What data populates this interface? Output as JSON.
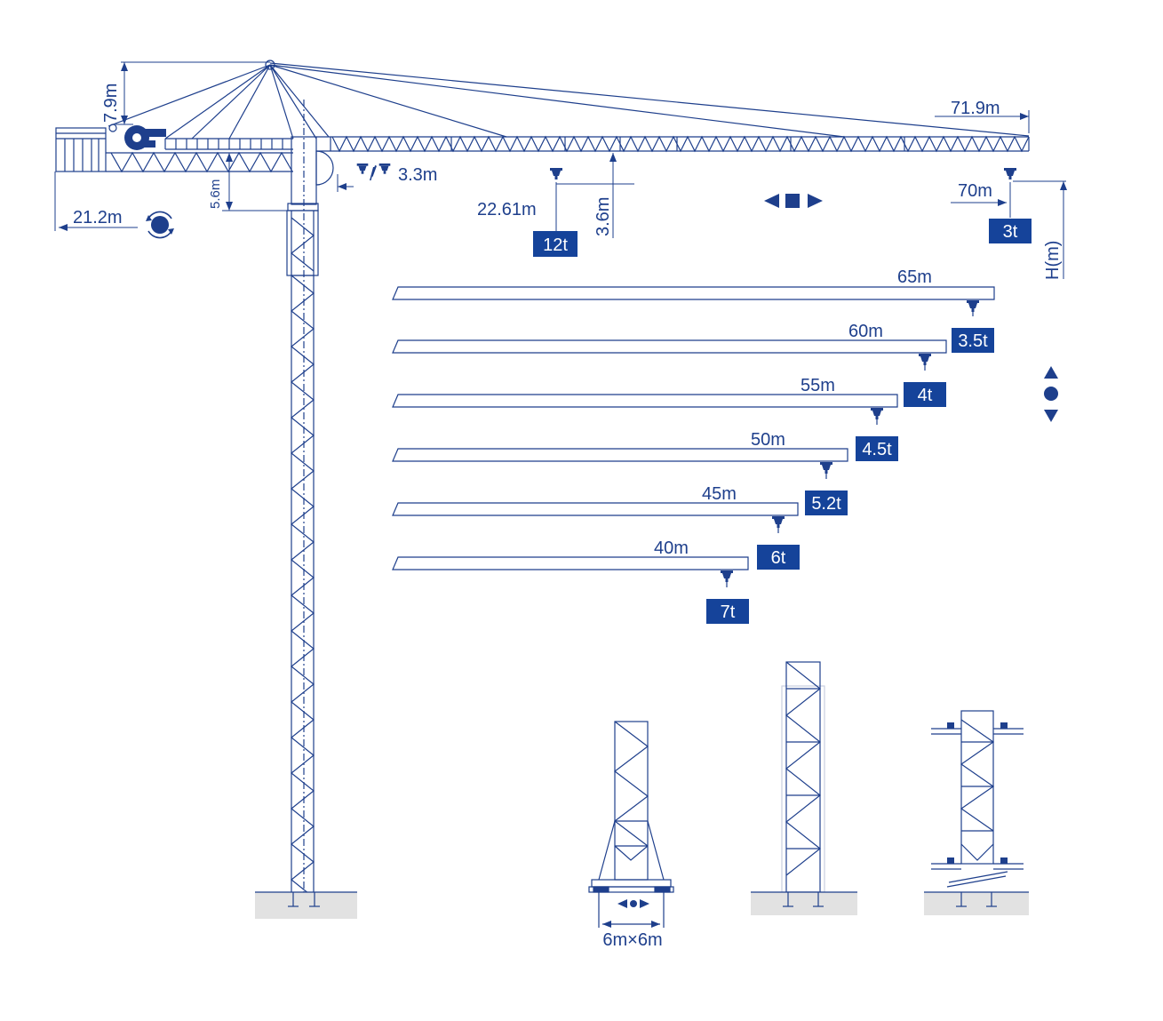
{
  "colors": {
    "stroke": "#1e3f8c",
    "badge": "#15439a",
    "ground": "#e2e2e2",
    "background": "#ffffff"
  },
  "labels": {
    "top_height": "7.9m",
    "jib_length": "71.9m",
    "counter_jib": "21.2m",
    "cab_height": "5.6m",
    "hook_offset": "3.3m",
    "max_load_radius": "22.61m",
    "max_load": "12t",
    "hook_drop": "3.6m",
    "tip_radius": "70m",
    "tip_load": "3t",
    "height_axis": "H(m)",
    "base_size": "6m×6m"
  },
  "icons": {
    "slewing": "slewing-icon",
    "trolley": "trolley-travel-icon",
    "climbing": "climbing-icon",
    "base_travel": "travel-icon",
    "hook": "hook-icon"
  },
  "jib_variants": [
    {
      "length": "65m",
      "load": "3.5t"
    },
    {
      "length": "60m",
      "load": "4t"
    },
    {
      "length": "55m",
      "load": "4.5t"
    },
    {
      "length": "50m",
      "load": "5.2t"
    },
    {
      "length": "45m",
      "load": "6t"
    },
    {
      "length": "40m",
      "load": "7t"
    }
  ]
}
